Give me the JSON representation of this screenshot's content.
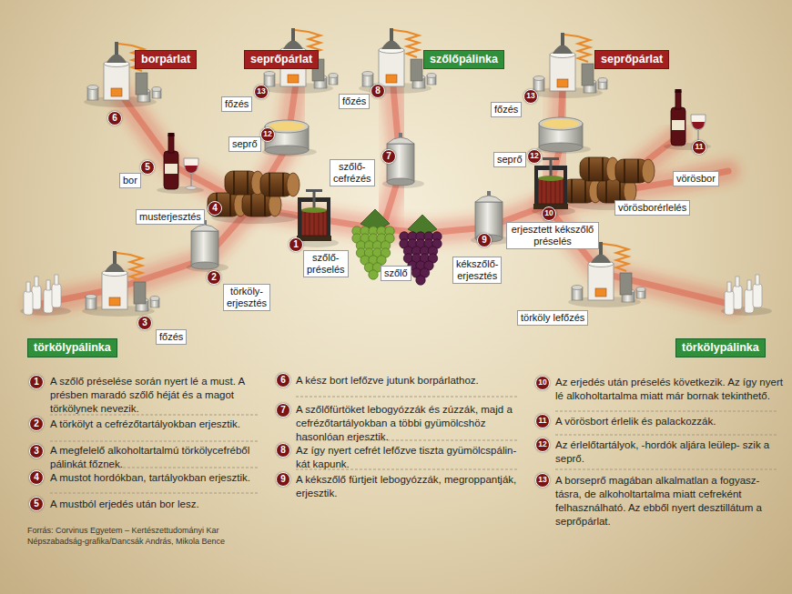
{
  "diagram": {
    "nodes": [
      {
        "text": [
          "borpárlat"
        ]
      },
      {
        "text": [
          "seprőpárlat"
        ]
      },
      {
        "text": [
          "szőlőpálinka"
        ]
      },
      {
        "text": [
          "seprőpárlat"
        ]
      },
      {
        "text": [
          "főzés"
        ]
      },
      {
        "text": [
          "főzés"
        ]
      },
      {
        "text": [
          "főzés"
        ]
      },
      {
        "text": [
          "seprő"
        ]
      },
      {
        "text": [
          "seprő"
        ]
      },
      {
        "text": [
          "bor"
        ]
      },
      {
        "text": [
          "szőlő- cefrézés"
        ]
      },
      {
        "text": [
          "vörösbor"
        ]
      },
      {
        "text": [
          "musterjesztés"
        ]
      },
      {
        "text": [
          "vörösborérlelés"
        ]
      },
      {
        "text": [
          "erjesztett kékszőlő préselés"
        ]
      },
      {
        "text": [
          "szőlő- préselés"
        ]
      },
      {
        "text": [
          "kékszőlő- erjesztés"
        ]
      },
      {
        "text": [
          "szőlő"
        ]
      },
      {
        "text": [
          "törköly- erjesztés"
        ]
      },
      {
        "text": [
          "törköly lefőzés"
        ]
      },
      {
        "text": [
          "főzés"
        ]
      },
      {
        "text": [
          "törkölypálinka"
        ]
      },
      {
        "text": [
          "törkölypálinka"
        ]
      }
    ],
    "labels": [
      "13",
      "8",
      "13",
      "6",
      "12",
      "11",
      "7",
      "12",
      "5",
      "4",
      "10",
      "9",
      "1",
      "2",
      "3",
      "1",
      "A szőlő préselése során nyert lé a must. A présben maradó szőlő héját és a magot törkölynek nevezik.",
      "2",
      "A törkölyt a cefrézőtartályokban erjesztik.",
      "3",
      "A megfelelő alkoholtartalmú törkölycefréből pálinkát főznek.",
      "4",
      "A mustot hordókban, tartályokban erjesztik.",
      "5",
      "A mustból erjedés után bor lesz.",
      "Forrás: Corvinus Egyetem – Kertészettudományi Kar Népszabadság-grafika/Dancsák András, Mikola Bence",
      "6",
      "A kész bort lefőzve jutunk borpárlathoz.",
      "7",
      "A szőlőfürtöket lebogyózzák és zúzzák, majd a cefrézőtartályokban a többi gyümölcshöz hasonlóan erjesztik.",
      "8",
      "Az így nyert cefrét lefőzve tiszta gyümölcspálin- kát kapunk.",
      "9",
      "A kékszőlő fürtjeit lebogyózzák, megroppantják, erjesztik.",
      "10",
      "Az erjedés után préselés következik. Az így nyert lé alkoholtartalma miatt már bornak tekinthető.",
      "11",
      "A vörösbort érlelik és palackozzák.",
      "12",
      "Az érlelőtartályok, -hordók aljára leülep- szik a seprő.",
      "13",
      "A borseprő magában alkalmatlan a fogyasz- tásra, de alkoholtartalma miatt cefreként felhasználható. Az ebből nyert desztillátum a seprőpárlat."
    ]
  }
}
